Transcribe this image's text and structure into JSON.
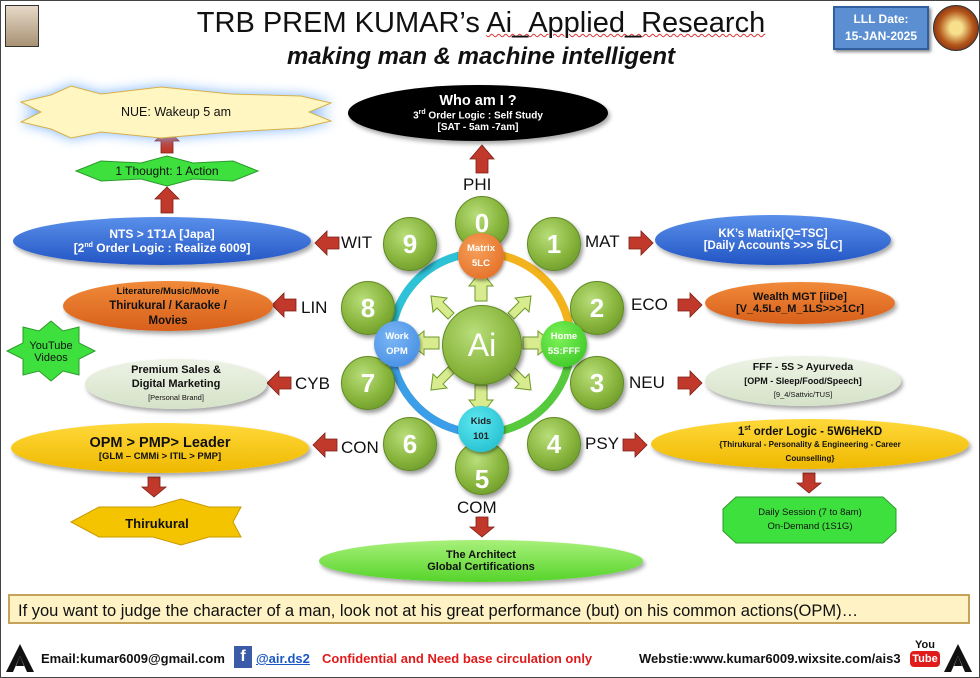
{
  "header": {
    "title_prefix": "TRB PREM  KUMAR’s ",
    "title_link": "Ai_Applied_Research",
    "subtitle": "making man & machine intelligent",
    "date_label": "LLL Date:",
    "date_value": "15-JAN-2025"
  },
  "core": {
    "label": "Ai"
  },
  "hubs": {
    "matrix": {
      "line1": "Matrix",
      "line2": "5LC"
    },
    "home": {
      "line1": "Home",
      "line2": "5S:FFF"
    },
    "kids": {
      "line1": "Kids",
      "line2": "101"
    },
    "work": {
      "line1": "Work",
      "line2": "OPM"
    }
  },
  "petals": [
    {
      "num": "0",
      "label": "PHI"
    },
    {
      "num": "1",
      "label": "MAT"
    },
    {
      "num": "2",
      "label": "ECO"
    },
    {
      "num": "3",
      "label": "NEU"
    },
    {
      "num": "4",
      "label": "PSY"
    },
    {
      "num": "5",
      "label": "COM"
    },
    {
      "num": "6",
      "label": "CON"
    },
    {
      "num": "7",
      "label": "CYB"
    },
    {
      "num": "8",
      "label": "LIN"
    },
    {
      "num": "9",
      "label": "WIT"
    }
  ],
  "boxes": {
    "who": {
      "title": "Who am I ?",
      "line1_prefix": "3",
      "line1_sup": "rd",
      "line1_rest": " Order Logic : Self  Study",
      "line2": "[SAT - 5am -7am]"
    },
    "nue": "NUE: Wakeup 5 am",
    "thought": "1 Thought: 1 Action",
    "nts": {
      "line1": "NTS > 1T1A [Japa]",
      "line2_prefix": "[2",
      "line2_sup": "nd",
      "line2_rest": " Order Logic : Realize 6009]"
    },
    "literature": {
      "line1": "Literature/Music/Movie",
      "line2": "Thirukural / Karaoke /",
      "line3": "Movies"
    },
    "youtube": {
      "line1": "YouTube",
      "line2": "Videos"
    },
    "premium": {
      "line1": "Premium Sales &",
      "line2": "Digital Marketing",
      "line3": "[Personal Brand]"
    },
    "opm": {
      "line1": "OPM > PMP> Leader",
      "line2": "[GLM – CMMi > ITIL > PMP]"
    },
    "thirukural": "Thirukural",
    "architect": {
      "line1": "The Architect",
      "line2": "Global Certifications"
    },
    "kk": {
      "line1": "KK’s Matrix[Q=TSC]",
      "line2": "[Daily Accounts >>> 5LC]"
    },
    "wealth": {
      "line1": "Wealth MGT [iiDe]",
      "line2": "[V_4.5Le_M_1LS>>>1Cr]"
    },
    "fff": {
      "line1": "FFF - 5S > Ayurveda",
      "line2": "[OPM - Sleep/Food/Speech]",
      "line3": "[9_4/Sattvic/TUS]"
    },
    "first": {
      "line1_prefix": "1",
      "line1_sup": "st",
      "line1_rest": " order Logic - 5W6HeKD",
      "line2": "{Thirukural - Personality & Engineering - Career",
      "line3": "Counselling}"
    },
    "daily": {
      "line1": "Daily Session (7 to 8am)",
      "line2": "On-Demand (1S1G)"
    }
  },
  "quote": "If you want to judge the character of a man, look not at his great performance (but) on his common actions(OPM)…",
  "footer": {
    "email": "Email:kumar6009@gmail.com",
    "social": "@air.ds2",
    "confidential": "Confidential and Need base circulation only",
    "website": "Webstie:www.kumar6009.wixsite.com/ais3",
    "youtube_top": "You",
    "youtube_bottom": "Tube"
  },
  "colors": {
    "arrow": "#c0392b",
    "petal_green": "#86b33a",
    "blue_pill": "#2f6fd6",
    "orange_pill": "#e8742a",
    "yellow_pill": "#f5c400",
    "confidential": "#e01b1b"
  },
  "icons": [
    "sage-avatar",
    "temple-emblem",
    "triangle-logo-icon",
    "facebook-icon",
    "youtube-icon",
    "arrow-icon"
  ]
}
